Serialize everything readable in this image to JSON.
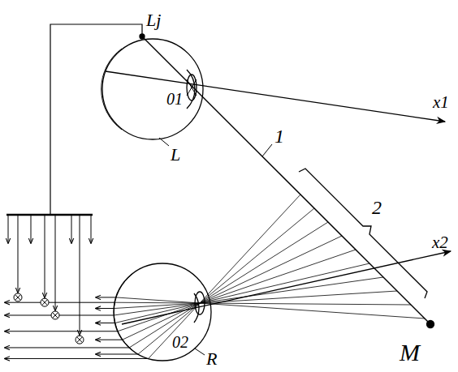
{
  "diagram": {
    "labels": [
      "Lj",
      "01",
      "L",
      "x1",
      "1",
      "2",
      "x2",
      "02",
      "R",
      "M"
    ]
  }
}
